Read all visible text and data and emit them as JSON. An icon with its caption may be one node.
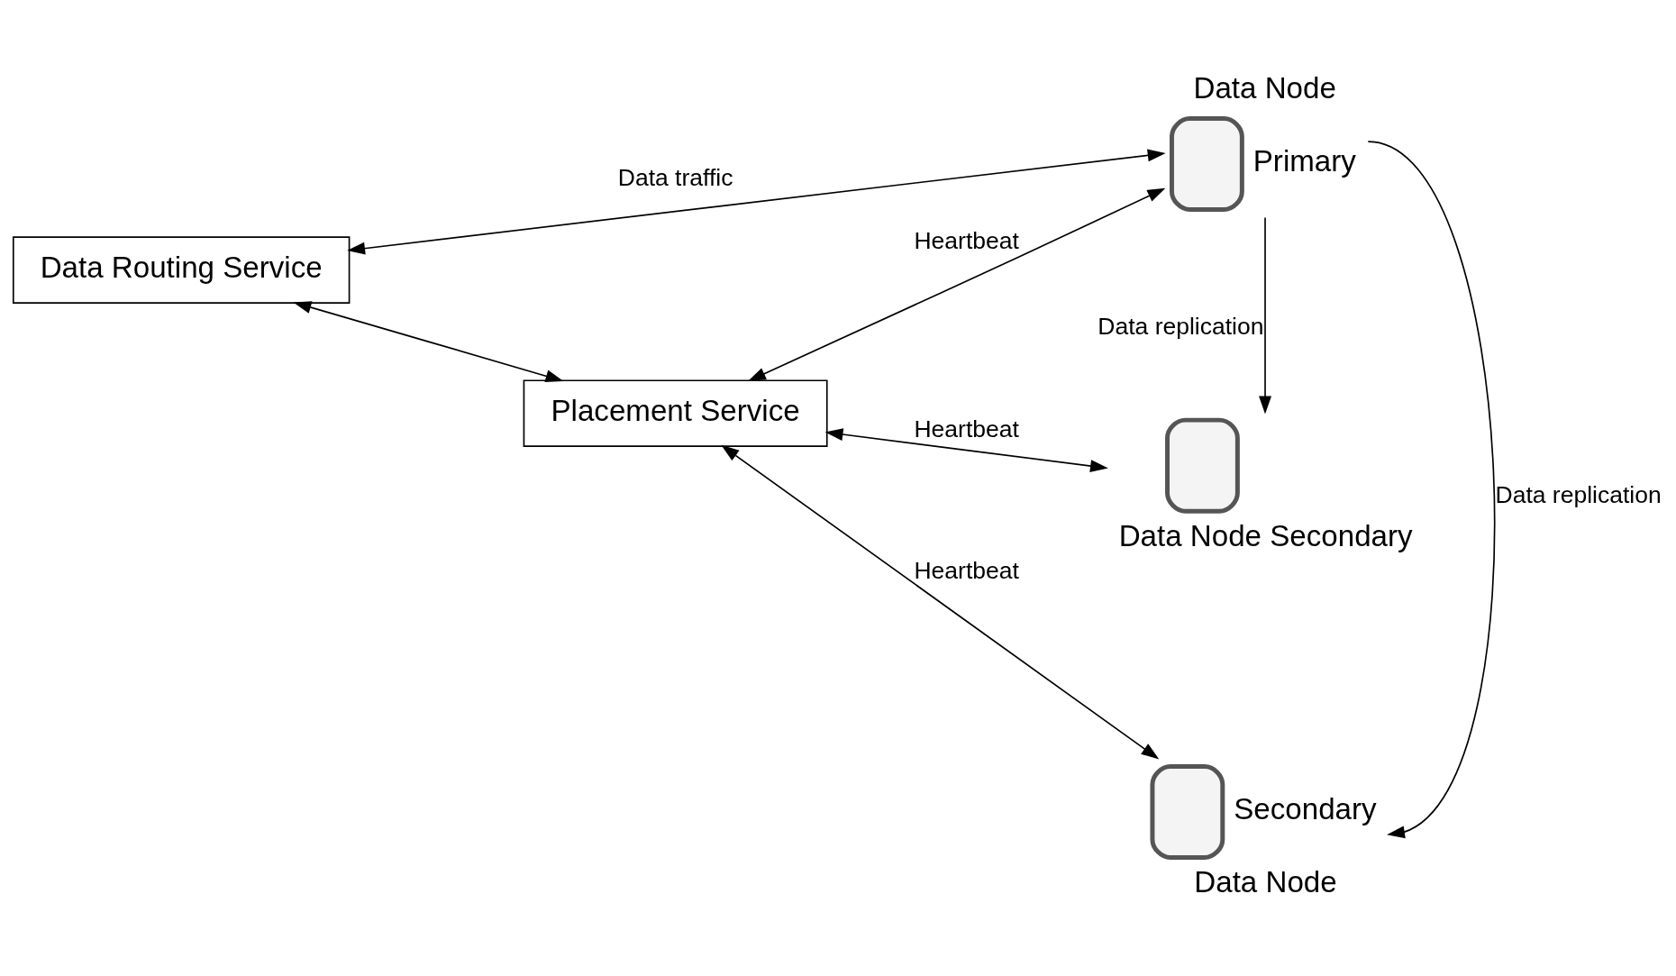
{
  "diagram": {
    "nodes": [
      {
        "text": [
          "Data Routing Service"
        ]
      },
      {
        "text": [
          "Placement Service"
        ]
      },
      {
        "text": [
          "Data Node"
        ],
        "beside": [
          "Primary"
        ]
      },
      {
        "text": [
          "Data Node Secondary"
        ]
      },
      {
        "text": [
          "Data Node"
        ],
        "beside": [
          "Secondary"
        ]
      }
    ],
    "edges": [
      {
        "from": 0,
        "to": 1,
        "arrow": "both"
      },
      {
        "from": 0,
        "to": 2,
        "arrow": "both",
        "label": "Data traffic"
      },
      {
        "from": 1,
        "to": 2,
        "arrow": "both",
        "label": "Heartbeat"
      },
      {
        "from": 1,
        "to": 3,
        "arrow": "both",
        "label": "Heartbeat"
      },
      {
        "from": 1,
        "to": 4,
        "arrow": "both",
        "label": "Heartbeat"
      },
      {
        "from": 2,
        "to": 3,
        "arrow": "to",
        "label": "Data replication"
      },
      {
        "from": 2,
        "to": 4,
        "arrow": "to",
        "label": "Data replication"
      }
    ]
  }
}
